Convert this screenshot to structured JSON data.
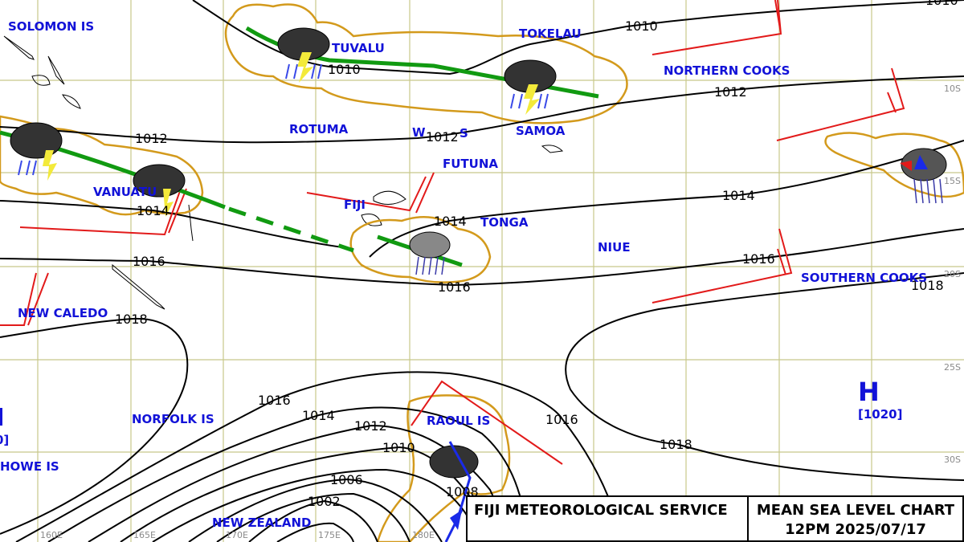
{
  "title_box": {
    "service": "FIJI METEOROLOGICAL SERVICE",
    "chart_name": "MEAN SEA LEVEL CHART",
    "valid_time": "12PM 2025/07/17"
  },
  "places": {
    "solomon": "SOLOMON IS",
    "tuvalu": "TUVALU",
    "tokelau": "TOKELAU",
    "northern_cooks": "NORTHERN COOKS",
    "rotuma": "ROTUMA",
    "wallis_w": "W",
    "wallis_s": "S",
    "samoa": "SAMOA",
    "futuna": "FUTUNA",
    "vanuatu": "VANUATU",
    "fiji": "FIJI",
    "tonga": "TONGA",
    "niue": "NIUE",
    "southern_cooks": "SOUTHERN COOKS",
    "new_caledonia": "NEW CALEDO",
    "norfolk": "NORFOLK IS",
    "raoul": "RAOUL IS",
    "lord_howe": "HOWE IS",
    "new_zealand": "NEW ZEALAND"
  },
  "isobar_labels": {
    "a1010_tuvalu": "1010",
    "a1010_tokelau": "1010",
    "a1010_topright": "1010",
    "a1012_left": "1012",
    "a1012_wallis": "1012",
    "a1012_right": "1012",
    "a1014_vanuatu": "1014",
    "a1014_fiji": "1014",
    "a1014_right": "1014",
    "a1016_left": "1016",
    "a1016_fiji": "1016",
    "a1016_right": "1016",
    "a1018_left": "1018",
    "a1018_right": "1018",
    "a1018_south": "1018",
    "b1016": "1016",
    "b1016_raoul": "1016",
    "b1014": "1014",
    "b1012": "1012",
    "b1010": "1010",
    "b1008": "1008",
    "b1006": "1006",
    "b1002": "1002"
  },
  "pressure_centers": {
    "high_symbol": "H",
    "high_value": "[1020]",
    "left_partial_value": "0]"
  },
  "latitudes": [
    "10S",
    "15S",
    "20S",
    "25S",
    "30S"
  ],
  "longitudes": [
    "160E",
    "165E",
    "170E",
    "175E",
    "180E"
  ],
  "colors": {
    "isobar": "#000000",
    "trough": "#e21a1a",
    "front": "#119a11",
    "cloud_outline": "#d39a1c",
    "label": "#1212d8",
    "grid": "#c8c88a"
  }
}
